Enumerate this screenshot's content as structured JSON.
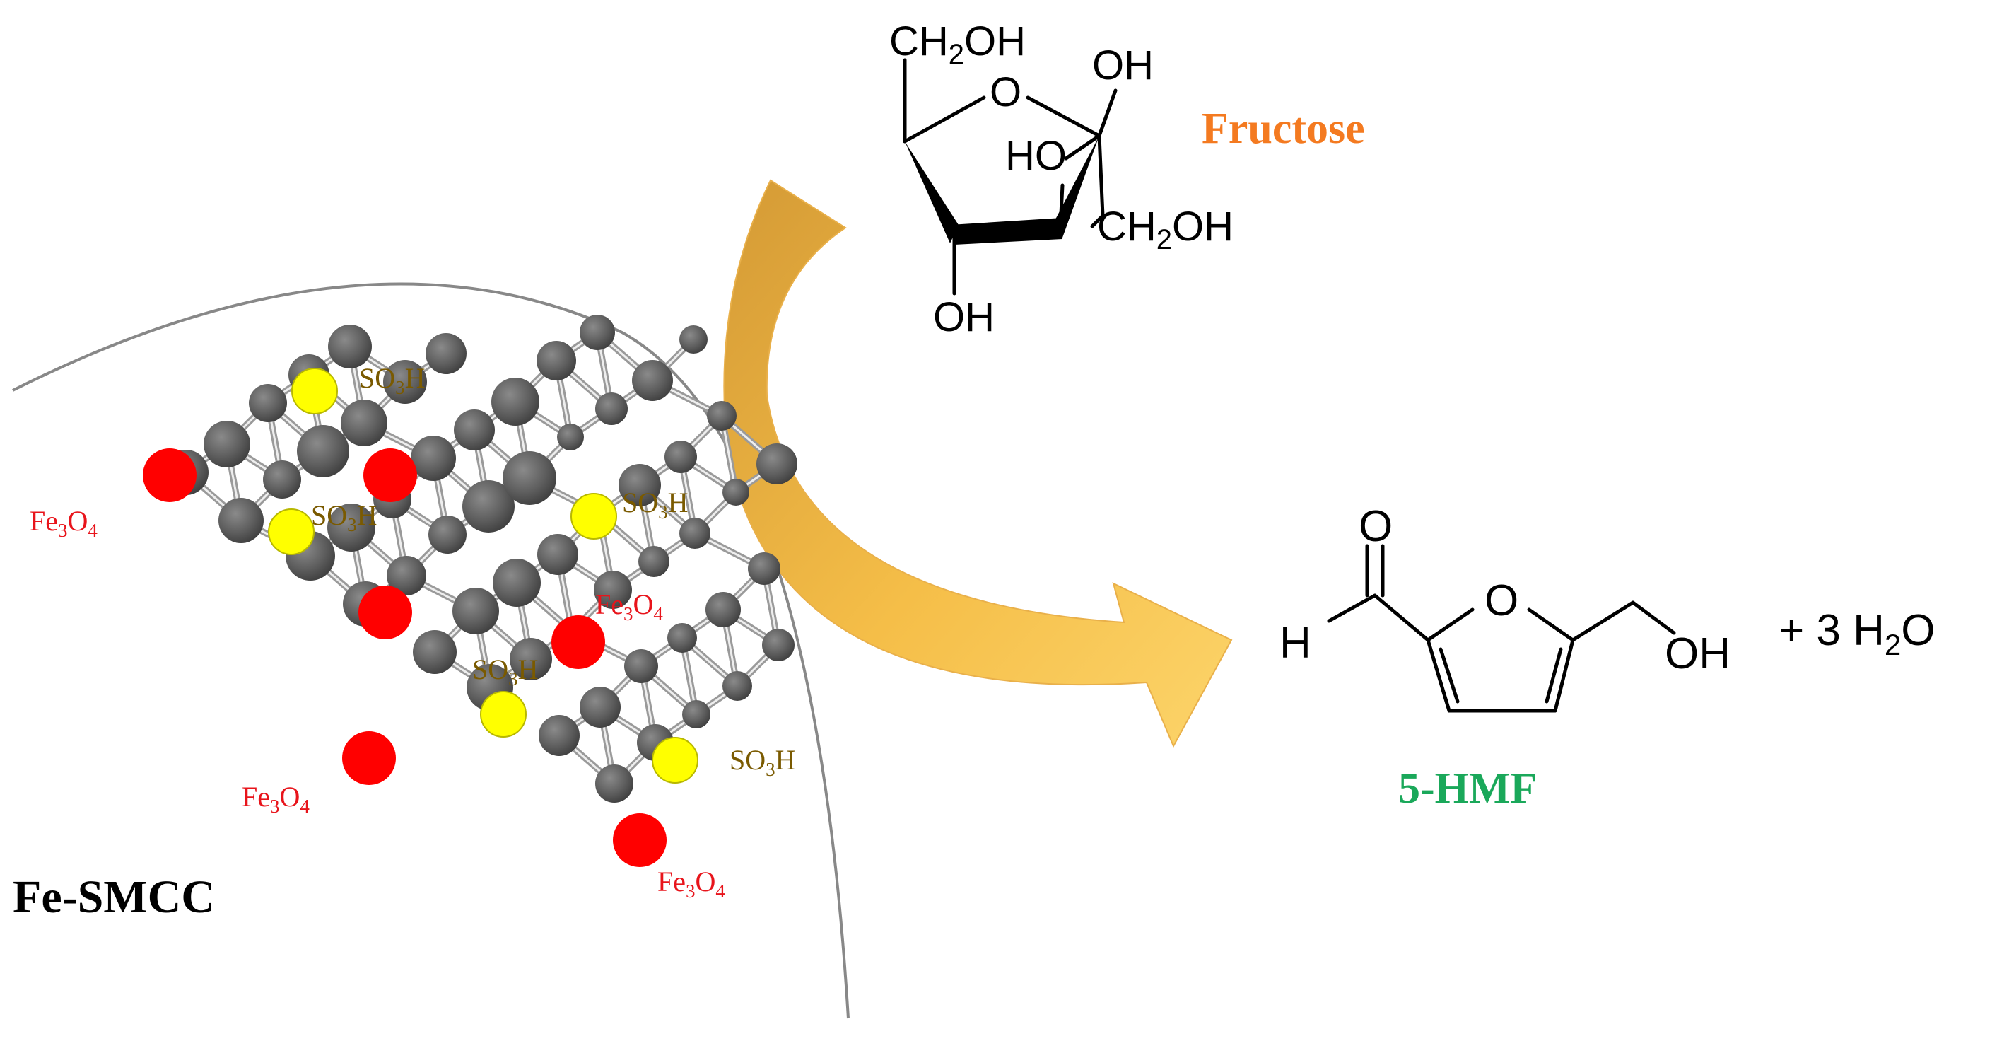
{
  "colors": {
    "fe3o4_label": "#e8141b",
    "so3h_label": "#7a5a00",
    "fructose_label": "#f47a20",
    "hmf_label": "#1aa85a",
    "carbon_atom": "#5e5e5e",
    "fe_atom": "#ff0000",
    "s_atom": "#ffff00",
    "arrow_fill": "#f2b940",
    "support_outline": "#888888",
    "structure_ink": "#000000"
  },
  "catalyst": {
    "name": "Fe-SMCC",
    "fe3o4_label_a": "Fe",
    "fe3o4_label_b": "3",
    "fe3o4_label_c": "O",
    "fe3o4_label_d": "4",
    "so3h_label_a": "SO",
    "so3h_label_b": "3",
    "so3h_label_c": "H"
  },
  "reactant": {
    "name": "Fructose",
    "atoms": {
      "ring_o": "O",
      "top_ch2oh_a": "CH",
      "top_ch2oh_b": "2",
      "top_ch2oh_c": "OH",
      "anomeric_oh": "OH",
      "ring_ho": "HO",
      "side_ch2oh_a": "CH",
      "side_ch2oh_b": "2",
      "side_ch2oh_c": "OH",
      "bottom_oh": "OH"
    }
  },
  "product": {
    "name": "5-HMF",
    "atoms": {
      "carbonyl_o": "O",
      "aldehyde_h": "H",
      "ring_o": "O",
      "hydroxyl": "OH"
    },
    "coproduct_a": "+  3 H",
    "coproduct_b": "2",
    "coproduct_c": "O"
  }
}
